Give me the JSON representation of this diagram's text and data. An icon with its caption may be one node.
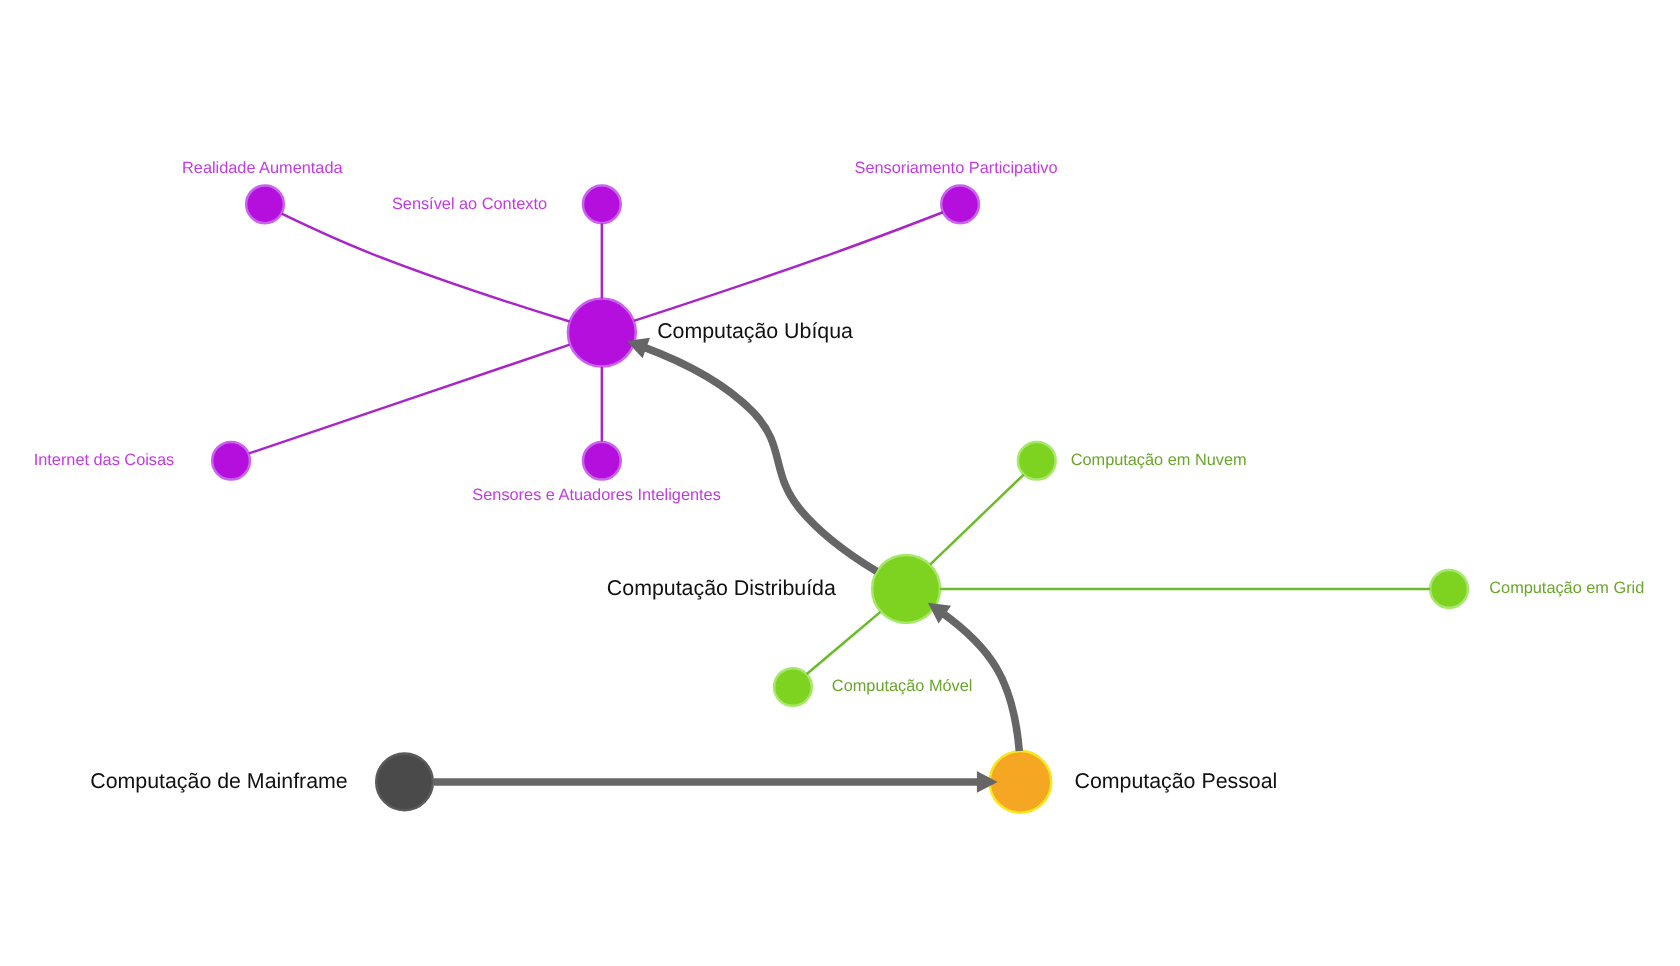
{
  "diagram": {
    "nodes": [
      {
        "text": [],
        "shape": "circle",
        "beside": [
          "Realidade Aumentada"
        ]
      },
      {
        "text": [],
        "shape": "circle",
        "beside": [
          "Sensível ao Contexto"
        ]
      },
      {
        "text": [],
        "shape": "circle",
        "beside": [
          "Computação Ubíqua"
        ]
      },
      {
        "text": [],
        "shape": "circle",
        "beside": [
          "Sensoriamento Participativo"
        ]
      },
      {
        "text": [],
        "shape": "circle",
        "beside": [
          "Internet das Coisas"
        ]
      },
      {
        "text": [],
        "shape": "circle",
        "beside": [
          "Sensores e Atuadores Inteligentes"
        ]
      },
      {
        "text": [],
        "shape": "circle",
        "beside": [
          "Computação em Nuvem"
        ]
      },
      {
        "text": [],
        "shape": "circle",
        "beside": [
          "Computação em Grid"
        ]
      },
      {
        "text": [],
        "shape": "circle",
        "beside": [
          "Computação Distribuída"
        ]
      },
      {
        "text": [],
        "shape": "circle",
        "beside": [
          "Computação Móvel"
        ]
      },
      {
        "text": [],
        "shape": "circle",
        "beside": [
          "Computação Pessoal"
        ]
      },
      {
        "text": [],
        "shape": "circle",
        "beside": [
          "Computação de Mainframe"
        ]
      }
    ],
    "edges": [
      {
        "from": 11,
        "to": 10,
        "arrow": "to",
        "style": "thick",
        "color": "#666666"
      },
      {
        "from": 10,
        "to": 8,
        "arrow": "to",
        "style": "thick",
        "color": "#666666"
      },
      {
        "from": 8,
        "to": 2,
        "arrow": "to",
        "style": "thick",
        "color": "#666666"
      },
      {
        "from": 2,
        "to": 1,
        "arrow": "none"
      },
      {
        "from": 2,
        "to": 0,
        "arrow": "none"
      },
      {
        "from": 2,
        "to": 3,
        "arrow": "none"
      },
      {
        "from": 4,
        "to": 2,
        "arrow": "none"
      },
      {
        "from": 5,
        "to": 2,
        "arrow": "none"
      },
      {
        "from": 8,
        "to": 6,
        "arrow": "none",
        "color": "#6cbb2a"
      },
      {
        "from": 8,
        "to": 7,
        "arrow": "none",
        "color": "#6cbb2a"
      },
      {
        "from": 9,
        "to": 8,
        "arrow": "none",
        "color": "#6cbb2a"
      }
    ]
  }
}
